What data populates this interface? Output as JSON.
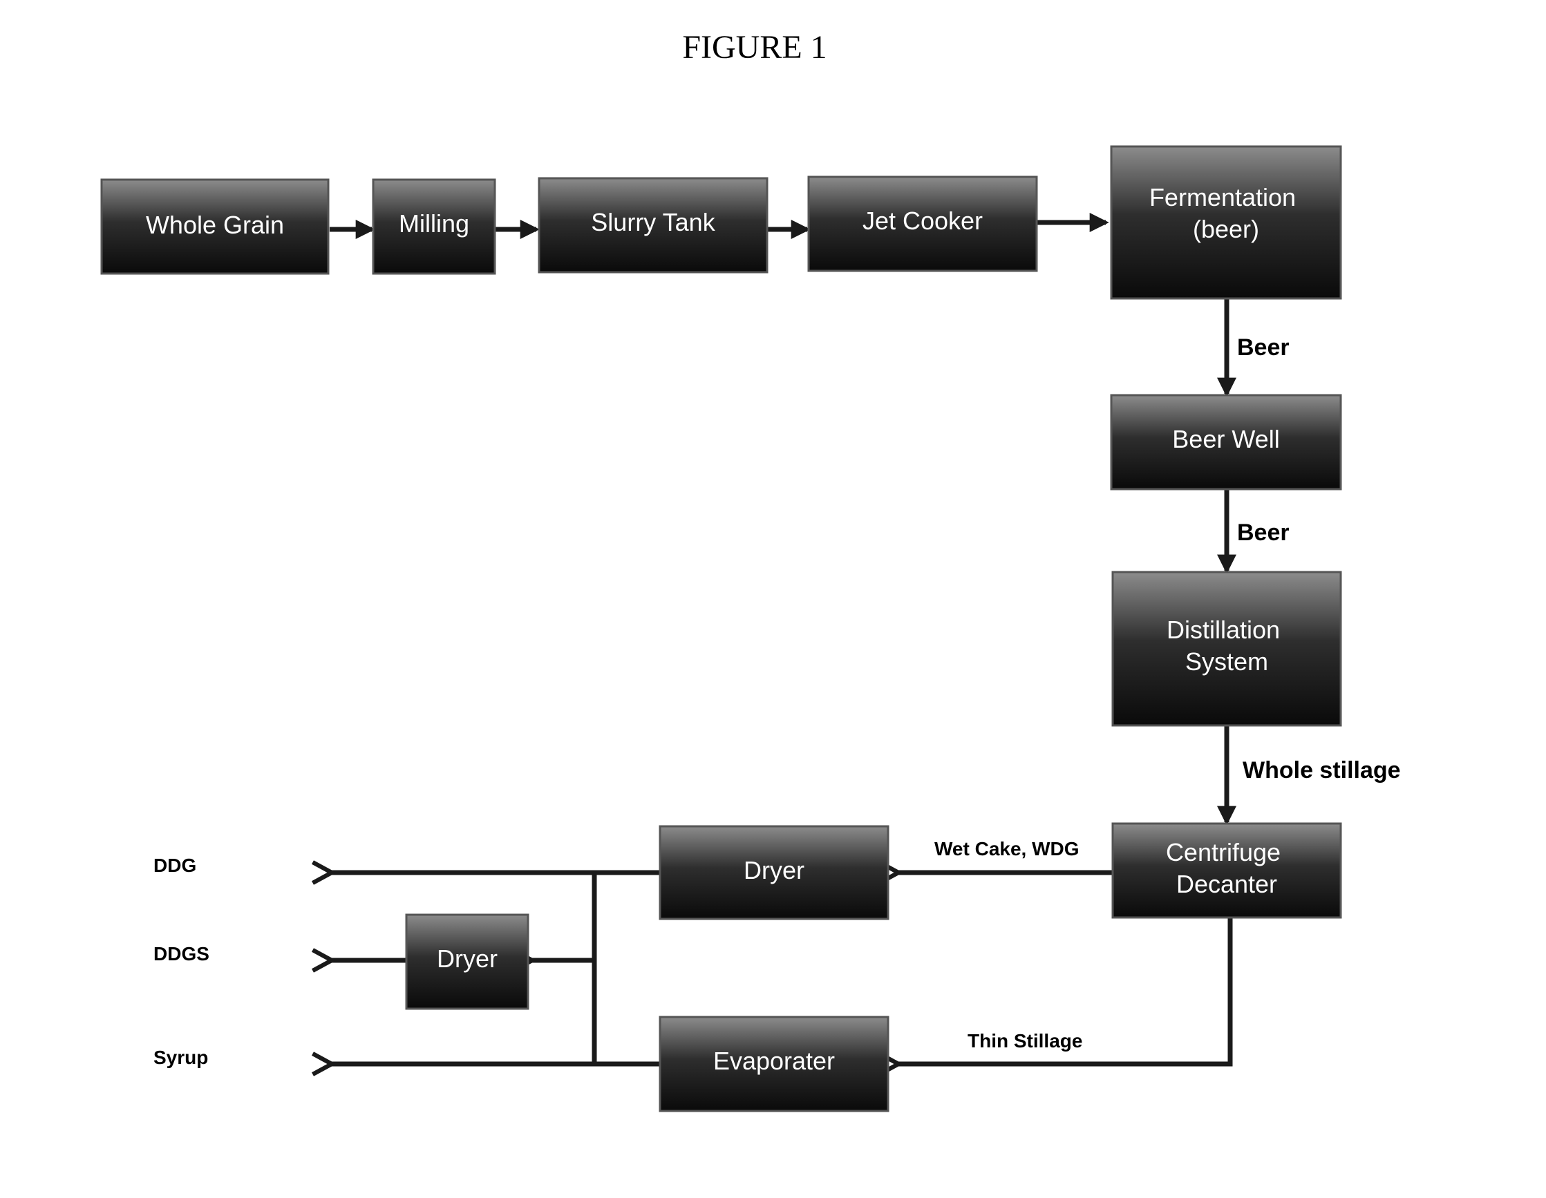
{
  "figure": {
    "title": "FIGURE 1"
  },
  "nodes": {
    "whole_grain": {
      "lines": [
        "Whole Grain"
      ]
    },
    "milling": {
      "lines": [
        "Milling"
      ]
    },
    "slurry_tank": {
      "lines": [
        "Slurry Tank"
      ]
    },
    "jet_cooker": {
      "lines": [
        "Jet Cooker"
      ]
    },
    "fermentation": {
      "lines": [
        "Fermentation",
        "(beer)"
      ]
    },
    "beer_well": {
      "lines": [
        "Beer Well"
      ]
    },
    "distillation": {
      "lines": [
        "Distillation",
        "System"
      ]
    },
    "centrifuge": {
      "lines": [
        "Centrifuge",
        "Decanter"
      ]
    },
    "dryer_top": {
      "lines": [
        "Dryer"
      ]
    },
    "dryer_small": {
      "lines": [
        "Dryer"
      ]
    },
    "evaporater": {
      "lines": [
        "Evaporater"
      ]
    }
  },
  "edge_labels": {
    "beer_1": "Beer",
    "beer_2": "Beer",
    "whole_stillage": "Whole stillage",
    "wet_cake": "Wet Cake, WDG",
    "thin_stillage": "Thin Stillage"
  },
  "outputs": {
    "ddg": "DDG",
    "ddgs": "DDGS",
    "syrup": "Syrup"
  },
  "style": {
    "box_gradient_top": "#8c8c8c",
    "box_gradient_bottom": "#0a0a0a",
    "line_color": "#1a1a1a"
  }
}
